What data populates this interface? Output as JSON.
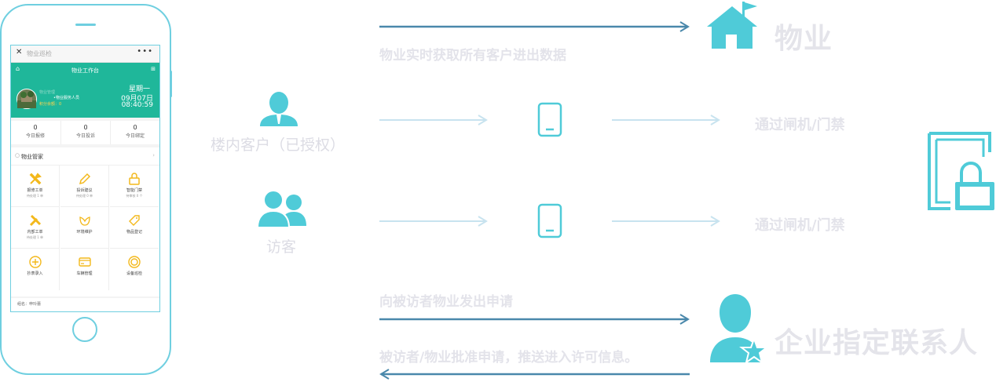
{
  "phone": {
    "topbar_close": "✕",
    "topbar_title": "物业巡检",
    "topbar_more": "•••",
    "header_title": "物业工作台",
    "user_name": "物业管理",
    "user_role": "•物业服务人员",
    "points": "积分余额：0",
    "weekday": "星期一",
    "date": "09月07日",
    "time": "08:40:59",
    "stats": [
      {
        "value": "0",
        "label": "今日报修"
      },
      {
        "value": "0",
        "label": "今日投诉"
      },
      {
        "value": "0",
        "label": "今日绑定"
      }
    ],
    "section_title": "物业管家",
    "grid": [
      {
        "name": "报修工单",
        "sub": "待处理 1 单"
      },
      {
        "name": "投诉建议",
        "sub": "待处理 0 单"
      },
      {
        "name": "智能门禁",
        "sub": "待审核 0 个"
      },
      {
        "name": "内部工单",
        "sub": "待处理 1 单"
      },
      {
        "name": "环境维护",
        "sub": ""
      },
      {
        "name": "物品登记",
        "sub": ""
      },
      {
        "name": "抄表录入",
        "sub": ""
      },
      {
        "name": "车辆管理",
        "sub": ""
      },
      {
        "name": "设备巡检",
        "sub": ""
      }
    ],
    "footer": "组名：申玲蕾"
  },
  "diagram": {
    "top_caption": "物业实时获取所有客户进出数据",
    "property_label": "物业",
    "resident_label": "楼内客户（已授权）",
    "visitor_label": "访客",
    "gate_label_1": "通过闸机/门禁",
    "gate_label_2": "通过闸机/门禁",
    "request_caption": "向被访者物业发出申请",
    "approve_caption": "被访者/物业批准申请，推送进入许可信息。",
    "contact_label": "企业指定联系人"
  },
  "colors": {
    "arrow_dark": "#4a88ab",
    "arrow_light": "#c8e3ef",
    "icon": "#4fcbd8",
    "phone_outline": "#6fcfe0",
    "header_green": "#1fb79a",
    "grid_icon": "#f3b81b",
    "label_faint": "#e4e4ea"
  },
  "icons": {
    "house": "house-flag-icon",
    "person": "person-tie-icon",
    "visitors": "two-people-icon",
    "phone": "mobile-phone-icon",
    "lock": "door-lock-icon",
    "contact": "person-star-icon"
  }
}
